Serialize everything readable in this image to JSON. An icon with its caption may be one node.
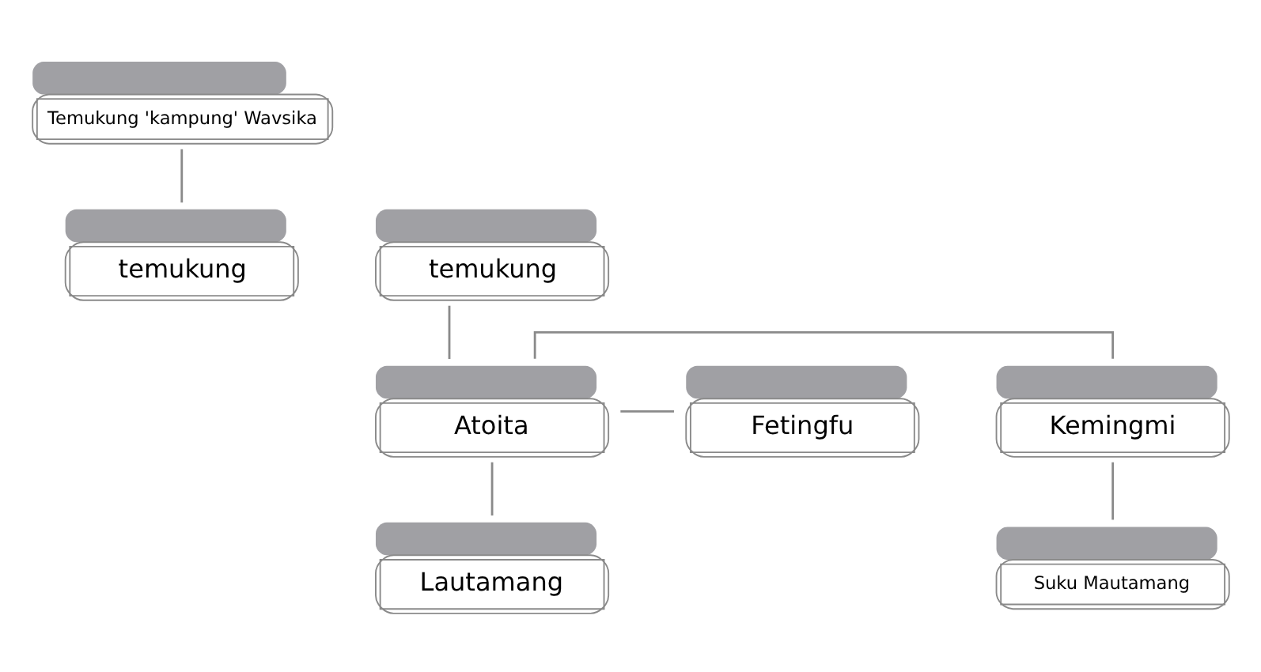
{
  "diagram": {
    "nodes": [
      {
        "text": [
          "Temukung 'kampung' Wavsika"
        ]
      },
      {
        "text": [
          "temukung"
        ]
      },
      {
        "text": [
          "temukung"
        ]
      },
      {
        "text": [
          "Fetingfu"
        ]
      },
      {
        "text": [
          "Kemingmi"
        ]
      },
      {
        "text": [
          "Atoita"
        ]
      },
      {
        "text": [
          "Suku Mautamang"
        ]
      },
      {
        "text": [
          "Lautamang"
        ]
      }
    ],
    "edges": [
      {
        "from": 0,
        "to": 1,
        "arrow": "none"
      },
      {
        "from": 2,
        "to": 5,
        "arrow": "none"
      },
      {
        "from": 3,
        "to": 5,
        "arrow": "none"
      },
      {
        "from": 4,
        "to": 5,
        "arrow": "none"
      },
      {
        "from": 4,
        "to": 6,
        "arrow": "none"
      },
      {
        "from": 5,
        "to": 7,
        "arrow": "none"
      }
    ]
  }
}
